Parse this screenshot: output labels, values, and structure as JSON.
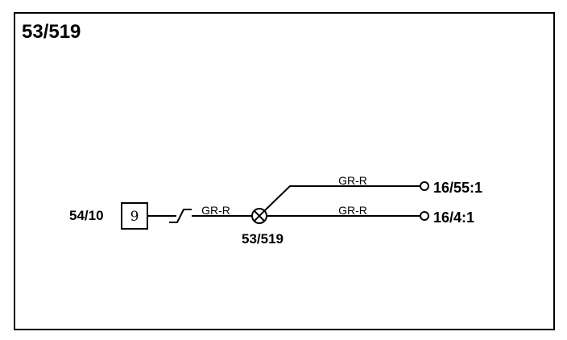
{
  "diagram": {
    "title": "53/519",
    "connector": {
      "label": "54/10",
      "pin": "9"
    },
    "splice": {
      "label": "53/519"
    },
    "wire_colors": {
      "to_splice": "GR-R",
      "upper_branch": "GR-R",
      "lower_branch": "GR-R"
    },
    "terminals": {
      "upper": "16/55:1",
      "lower": "16/4:1"
    }
  }
}
